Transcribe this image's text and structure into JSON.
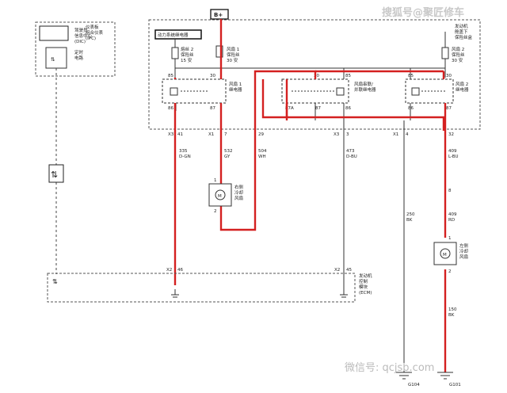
{
  "watermark_top": "搜狐号@聚匠修车",
  "watermark_bottom": "微信号: qcjsb.com",
  "b_plus": "B+",
  "colors": {
    "highlight": "#d42020",
    "wire": "#333333"
  },
  "ipc": {
    "line1": "仪表板",
    "line2": "组合仪表",
    "line3": "(IPC)"
  },
  "bcm": {
    "line1": "驾驶员",
    "line2": "信息中心",
    "line3": "(DIC)"
  },
  "cluster_timer": {
    "line1": "定时",
    "line2": "电路"
  },
  "powertrain_relay": "动力系统继电器",
  "fuse_2": {
    "line1": "熔丝 2",
    "line2": "保险丝",
    "line3": "15 安"
  },
  "fuse_fan1": {
    "line1": "风扇 1",
    "line2": "保险丝",
    "line3": "30 安"
  },
  "fuse_fan2": {
    "line1": "风扇 2",
    "line2": "保险丝",
    "line3": "30 安"
  },
  "underhood_box": {
    "line1": "发动机",
    "line2": "舱盖下",
    "line3": "保险丝盒"
  },
  "relay_fan1": {
    "line1": "风扇 1",
    "line2": "继电器"
  },
  "relay_series": {
    "line1": "风扇串联/",
    "line2": "并联继电器"
  },
  "relay_fan2": {
    "line1": "风扇 2",
    "line2": "继电器"
  },
  "pins": {
    "r1_85": "85",
    "r1_86": "86",
    "r1_30": "30",
    "r1_87": "87",
    "rs_85": "85",
    "rs_86": "86",
    "rs_30": "30",
    "rs_87": "87",
    "rs_87a": "87A",
    "r2_85": "85",
    "r2_86": "86",
    "r2_30": "30",
    "r2_87": "87"
  },
  "connectors": {
    "x3_41": "X3",
    "n41": "41",
    "x1_7": "X1",
    "n7": "7",
    "x1_29": "29",
    "x3_3": "X3",
    "n3": "3",
    "x1_4": "X1",
    "n4": "4",
    "n32": "32",
    "n8": "8"
  },
  "wires": {
    "w335": {
      "num": "335",
      "color": "D-GN"
    },
    "w532": {
      "num": "532",
      "color": "GY"
    },
    "w504": {
      "num": "504",
      "color": "WH"
    },
    "w473": {
      "num": "473",
      "color": "D-BU"
    },
    "w409": {
      "num": "409",
      "color": "L-BU"
    },
    "w250": {
      "num": "250",
      "color": "BK"
    },
    "w409rd": {
      "num": "409",
      "color": "RD"
    },
    "w150": {
      "num": "150",
      "color": "BK"
    }
  },
  "right_fan": {
    "line1": "右侧",
    "line2": "冷却",
    "line3": "风扇"
  },
  "left_fan": {
    "line1": "左侧",
    "line2": "冷却",
    "line3": "风扇"
  },
  "fan_pin1": "1",
  "fan_pin2": "2",
  "lfan_pin1": "1",
  "lfan_pin2": "2",
  "ecm": {
    "line1": "发动机",
    "line2": "控制",
    "line3": "模块",
    "line4": "(ECM)"
  },
  "ecm_pins": {
    "x2a": "X2",
    "n46": "46",
    "x2b": "X2",
    "n45": "45"
  },
  "grounds": {
    "g104": "G104",
    "g101": "G101"
  }
}
